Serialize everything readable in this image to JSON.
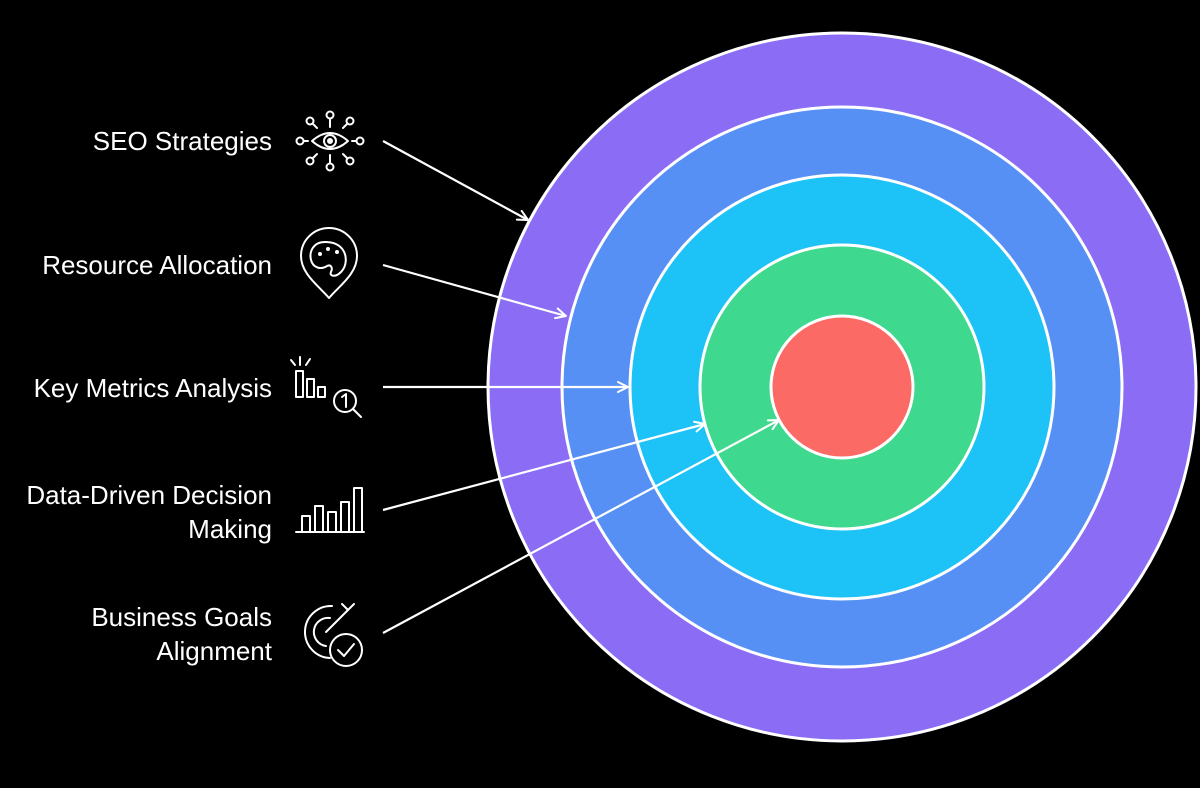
{
  "colors": {
    "background": "#000000",
    "ring_outer": "#8A6CF5",
    "ring_2": "#5690F4",
    "ring_3": "#1DC2F7",
    "ring_4": "#3FD88F",
    "center": "#FB6A64",
    "lines": "#FFFFFF"
  },
  "items": [
    {
      "label_lines": [
        "SEO Strategies"
      ],
      "icon": "eye-network-icon",
      "target": "outer-ring"
    },
    {
      "label_lines": [
        "Resource Allocation"
      ],
      "icon": "palette-pin-icon",
      "target": "second-ring"
    },
    {
      "label_lines": [
        "Key Metrics Analysis"
      ],
      "icon": "chart-magnifier-icon",
      "target": "third-ring"
    },
    {
      "label_lines": [
        "Data-Driven Decision",
        "Making"
      ],
      "icon": "bar-chart-icon",
      "target": "fourth-ring"
    },
    {
      "label_lines": [
        "Business Goals",
        "Alignment"
      ],
      "icon": "target-check-icon",
      "target": "center"
    }
  ]
}
